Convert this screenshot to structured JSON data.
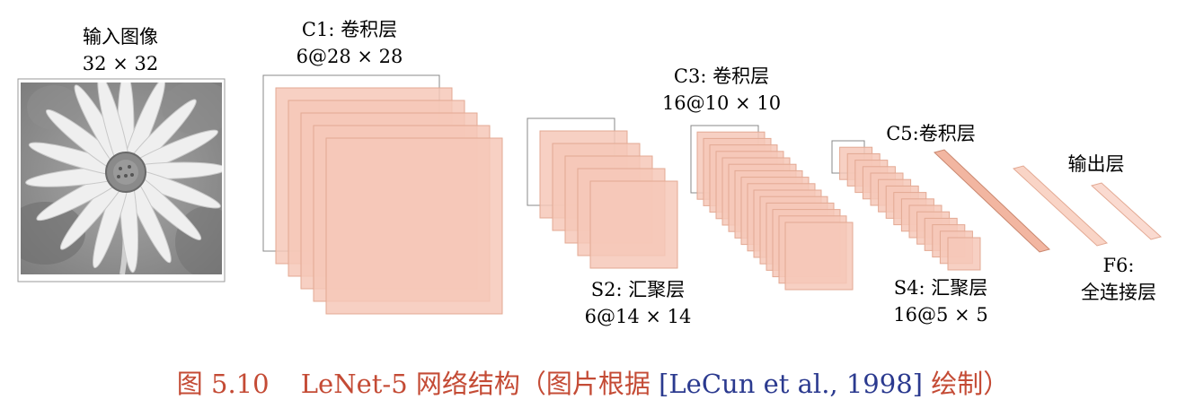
{
  "input": {
    "name": "输入图像",
    "size": "32 × 32"
  },
  "c1": {
    "name": "C1: 卷积层",
    "size": "6@28 × 28"
  },
  "s2": {
    "name": "S2: 汇聚层",
    "size": "6@14 × 14"
  },
  "c3": {
    "name": "C3: 卷积层",
    "size": "16@10 × 10"
  },
  "s4": {
    "name": "S4: 汇聚层",
    "size": "16@5 × 5"
  },
  "c5": {
    "name": "C5:卷积层"
  },
  "f6": {
    "name": "F6:",
    "sub": "全连接层"
  },
  "output": {
    "name": "输出层"
  },
  "caption": {
    "figure": "图 5.10",
    "text_before": "LeNet-5 网络结构（图片根据",
    "citation": "[LeCun et al., 1998]",
    "text_after": "绘制）"
  },
  "colors": {
    "fill": "#f6c8b8",
    "stroke": "#e3a993",
    "outline": "#888888",
    "caption": "#c44b35",
    "citation": "#2b3a8f"
  }
}
